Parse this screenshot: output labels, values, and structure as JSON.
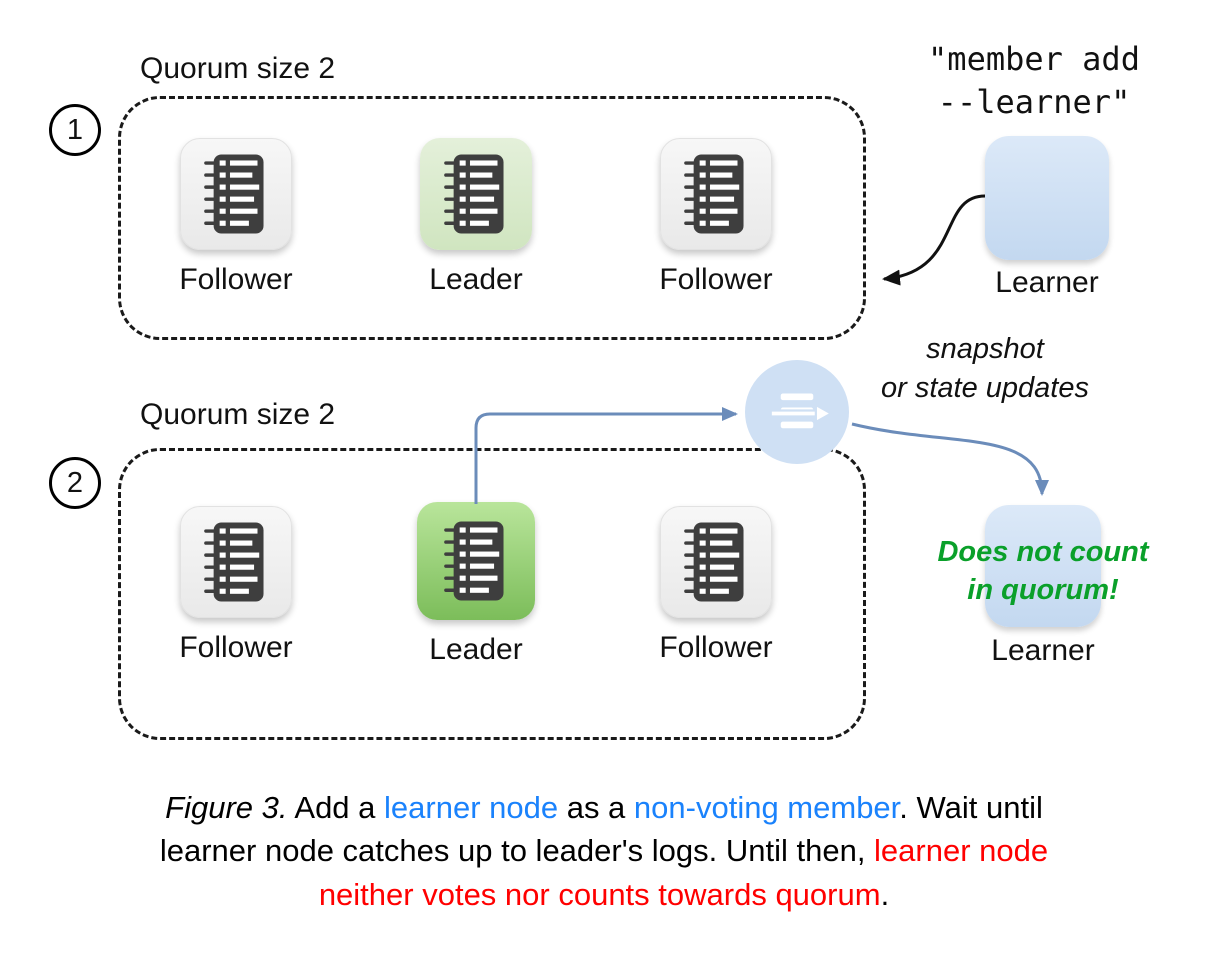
{
  "diagram": {
    "rows": [
      {
        "badge": "1",
        "quorum_label": "Quorum size 2",
        "nodes": [
          {
            "label": "Follower"
          },
          {
            "label": "Leader"
          },
          {
            "label": "Follower"
          }
        ],
        "learner_label": "Learner",
        "command": {
          "line1": "\"member add",
          "line2": "--learner\""
        }
      },
      {
        "badge": "2",
        "quorum_label": "Quorum size 2",
        "nodes": [
          {
            "label": "Follower"
          },
          {
            "label": "Leader"
          },
          {
            "label": "Follower"
          }
        ],
        "learner_label": "Learner",
        "transfer_label": {
          "line1": "snapshot",
          "line2": "or state updates"
        },
        "learner_note": {
          "line1": "Does not count",
          "line2": "in quorum!"
        }
      }
    ],
    "colors": {
      "leader_green": "#7cbd5a",
      "leader_green_top": "#b9e59b",
      "learner_blue": "#c3d8f0",
      "learner_blue_top": "#dce9f8",
      "transfer_blue": "#cfe0f4",
      "arrow_blue": "#6b8cba",
      "arrow_black": "#111111",
      "note_green": "#0aa02a",
      "caption_blue": "#1a82fc",
      "caption_red": "#ff0000"
    }
  },
  "caption": {
    "lines": [
      {
        "segments": [
          {
            "text": "Figure 3."
          },
          {
            "text": " Add a "
          },
          {
            "text": "learner node"
          },
          {
            "text": " as a "
          },
          {
            "text": "non-voting member"
          },
          {
            "text": ". Wait until"
          }
        ]
      },
      {
        "segments": [
          {
            "text": "learner node catches up to leader's logs. Until then, "
          },
          {
            "text": "learner node"
          }
        ]
      },
      {
        "segments": [
          {
            "text": "neither votes nor counts towards quorum"
          },
          {
            "text": "."
          }
        ]
      }
    ]
  }
}
